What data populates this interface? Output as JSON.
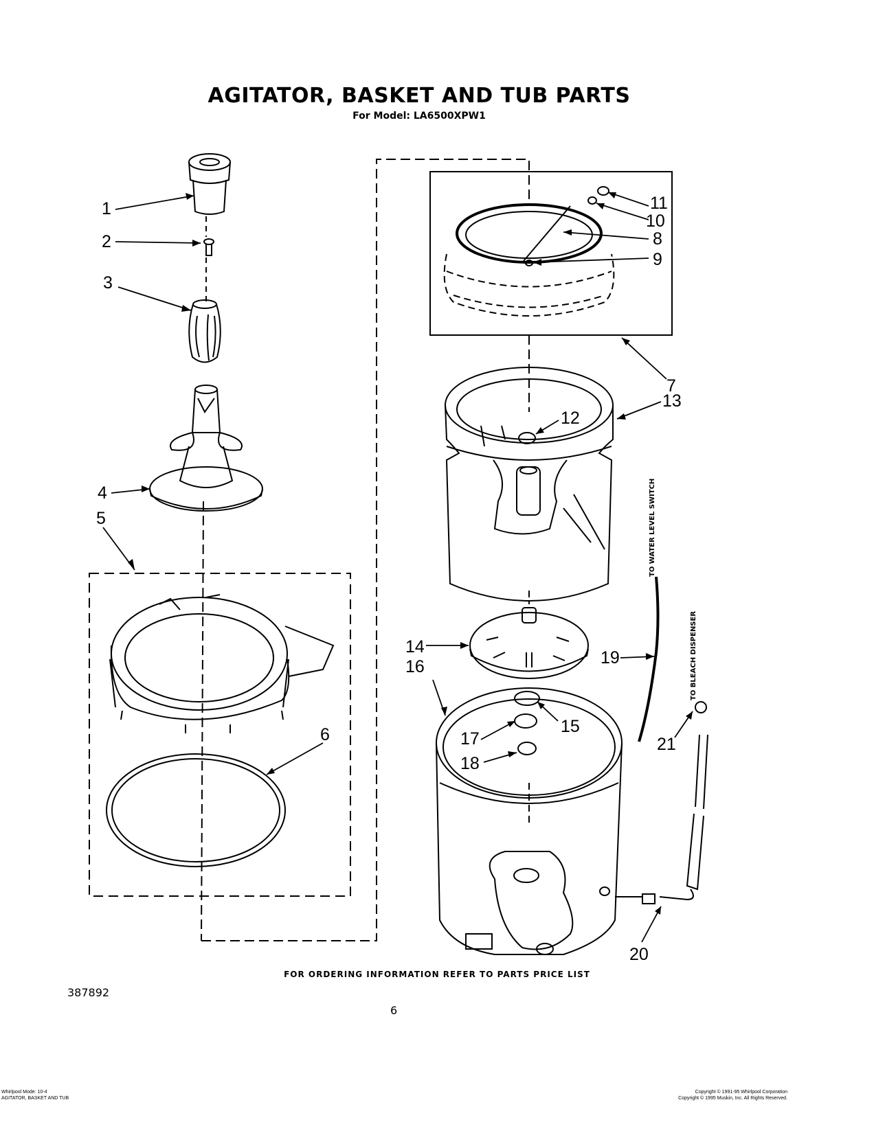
{
  "header": {
    "title": "AGITATOR, BASKET AND TUB PARTS",
    "model_line": "For Model: LA6500XPW1"
  },
  "callouts": [
    "1",
    "2",
    "3",
    "4",
    "5",
    "6",
    "7",
    "8",
    "9",
    "10",
    "11",
    "12",
    "13",
    "14",
    "15",
    "16",
    "17",
    "18",
    "19",
    "20",
    "21"
  ],
  "side_labels": {
    "water_level": "TO WATER LEVEL SWITCH",
    "bleach": "TO BLEACH DISPENSER"
  },
  "footer": {
    "ordering_note": "FOR ORDERING INFORMATION REFER TO PARTS PRICE LIST",
    "doc_number": "387892",
    "page_number": "6",
    "left_small_1": "Whirlpool Mode: 10-4",
    "left_small_2": "AGITATOR, BASKET AND TUB",
    "right_small_1": "Copyright © 1991-95 Whirlpool Corporation",
    "right_small_2": "Copyright © 1995 Muskin, Inc. All Rights Reserved."
  }
}
